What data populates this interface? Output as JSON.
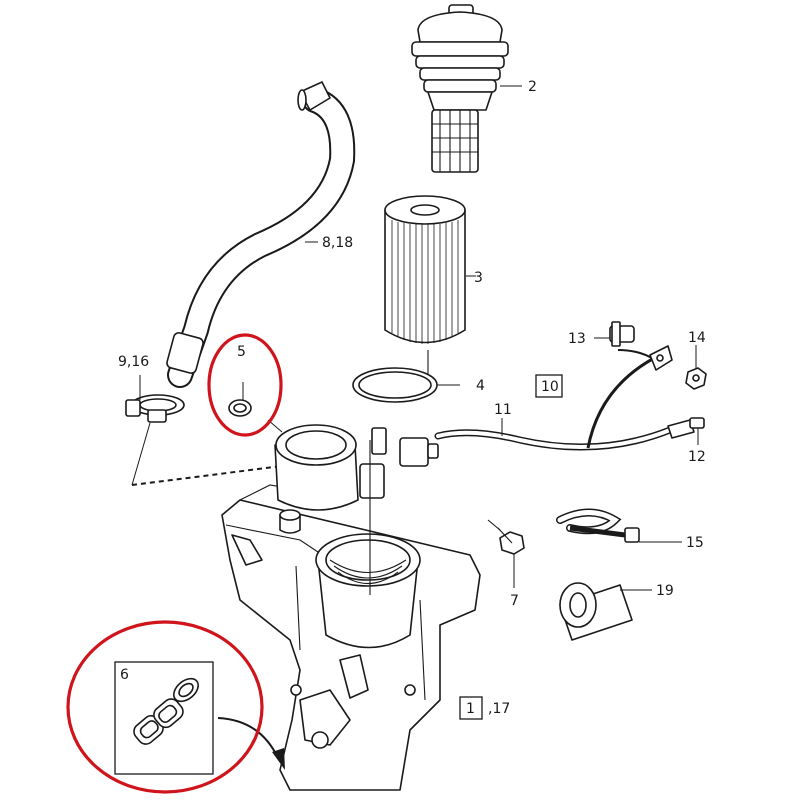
{
  "callouts": {
    "c2": "2",
    "c3": "3",
    "c4": "4",
    "c5": "5",
    "c6": "6",
    "c7": "7",
    "c8_18": "8,18",
    "c9_16": "9,16",
    "c10": "10",
    "c11": "11",
    "c12": "12",
    "c13": "13",
    "c14": "14",
    "c15": "15",
    "c19": "19",
    "c1": "1",
    "c17": ",17"
  },
  "colors": {
    "line": "#1a1a1a",
    "highlight": "#d0141c",
    "background": "#ffffff"
  }
}
